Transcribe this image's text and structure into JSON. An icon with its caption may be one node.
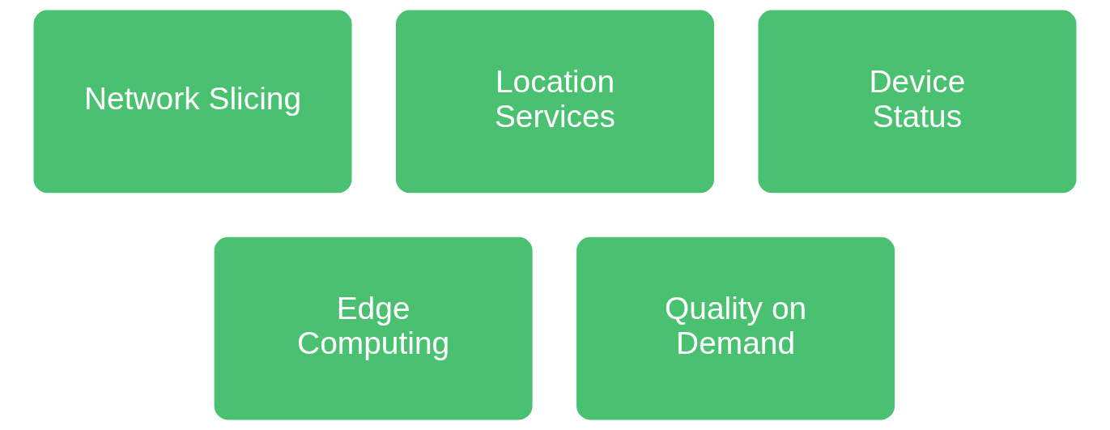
{
  "diagram": {
    "nodes": [
      {
        "text": [
          "Network Slicing"
        ]
      },
      {
        "text": [
          "Location Services"
        ]
      },
      {
        "text": [
          "Device Status"
        ]
      },
      {
        "text": [
          "Edge Computing"
        ]
      },
      {
        "text": [
          "Quality on Demand"
        ]
      }
    ],
    "edges": []
  }
}
